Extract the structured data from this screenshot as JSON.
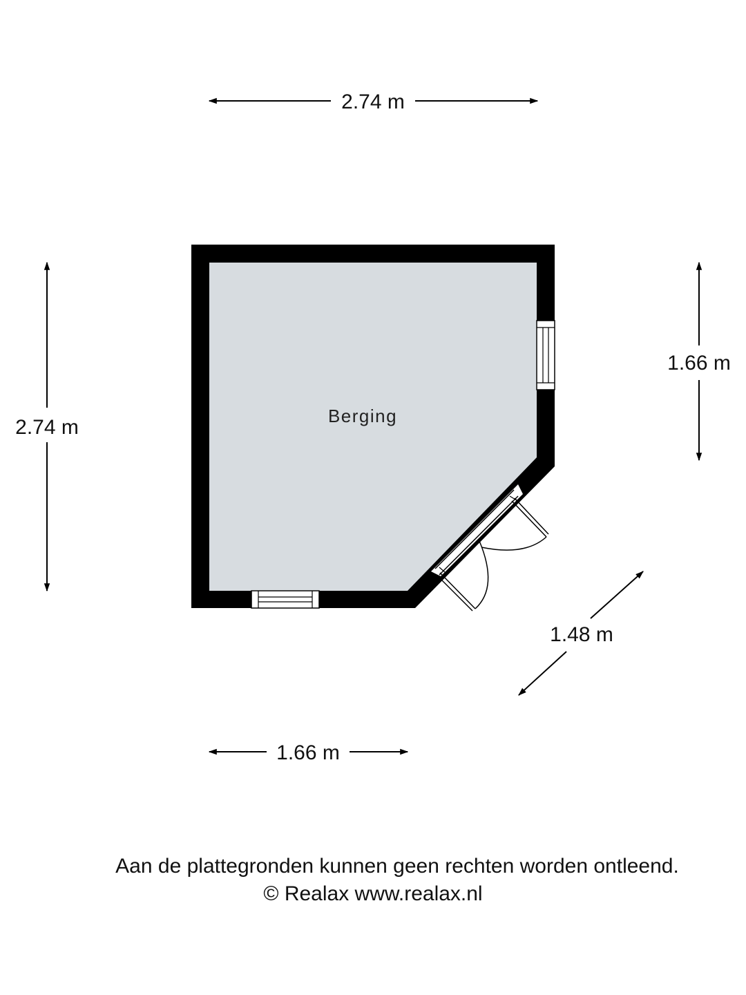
{
  "room": {
    "name": "Berging"
  },
  "dimensions": {
    "top_width": "2.74 m",
    "left_height": "2.74 m",
    "right_height": "1.66 m",
    "diagonal": "1.48 m",
    "bottom_width": "1.66 m"
  },
  "footer": {
    "disclaimer": "Aan de plattegronden kunnen geen rechten worden ontleend.",
    "copyright": "© Realax www.realax.nl"
  },
  "colors": {
    "wall": "#000000",
    "floor": "#d7dce0",
    "background": "#ffffff"
  }
}
